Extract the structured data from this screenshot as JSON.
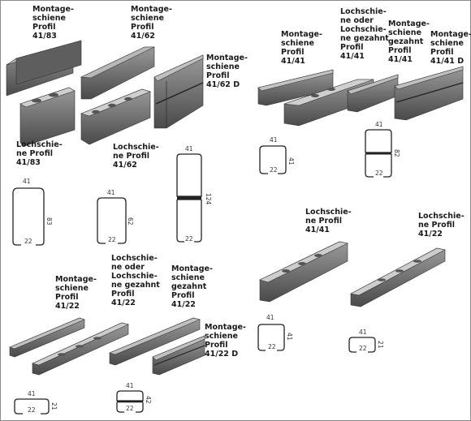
{
  "labels": {
    "l1": "Montage-\nschiene\nProfil\n41/83",
    "l2": "Montage-\nschiene\nProfil\n41/62",
    "l3": "Montage-\nschiene\nProfil\n41/62 D",
    "l4": "Lochschie-\nne Profil\n41/83",
    "l5": "Lochschie-\nne Profil\n41/62",
    "l6": "Montage-\nschiene\nProfil\n41/41",
    "l7": "Lochschie-\nne oder\nLochschie-\nne gezahnt\nProfil\n41/41",
    "l8": "Montage-\nschiene\ngezahnt\nProfil\n41/41",
    "l9": "Montage-\nschiene\nProfil\n41/41 D",
    "l10": "Lochschie-\nne Profil\n41/41",
    "l11": "Lochschie-\nne Profil\n41/22",
    "l12": "Montage-\nschiene\nProfil\n41/22",
    "l13": "Lochschie-\nne oder\nLochschie-\nne gezahnt\nProfil\n41/22",
    "l14": "Montage-\nschiene\ngezahnt\nProfil\n41/22",
    "l15": "Montage-\nschiene\nProfil\n41/22 D"
  },
  "dims": {
    "w41": "41",
    "b22": "22",
    "h83": "83",
    "h62": "62",
    "h124": "124",
    "h41": "41",
    "h82": "82",
    "h21": "21",
    "h42": "42"
  },
  "colors": {
    "rail_dark": "#3f3f3f",
    "rail_mid": "#767676",
    "rail_light": "#a8a8a8",
    "slot": "#d8d8d8",
    "line": "#222222"
  }
}
